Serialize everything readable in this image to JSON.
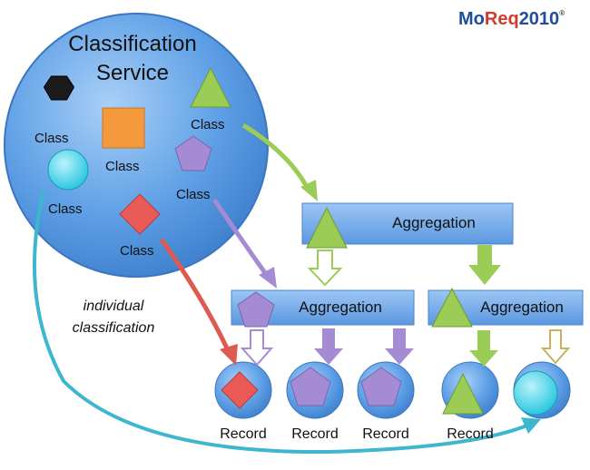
{
  "logo": {
    "mo": "Mo",
    "req": "Req",
    "year": "2010",
    "mark": "®"
  },
  "service": {
    "title_line1": "Classification",
    "title_line2": "Service"
  },
  "classes": [
    {
      "label": "Class",
      "shape": "hexagon",
      "color": "#222222"
    },
    {
      "label": "Class",
      "shape": "square",
      "color": "#f59a3c"
    },
    {
      "label": "Class",
      "shape": "triangle",
      "color": "#9bcc55"
    },
    {
      "label": "Class",
      "shape": "circle",
      "color": "#44d2e8"
    },
    {
      "label": "Class",
      "shape": "pentagon",
      "color": "#a48bd4"
    },
    {
      "label": "Class",
      "shape": "diamond",
      "color": "#ea5b57"
    }
  ],
  "aggregations": [
    {
      "label": "Aggregation"
    },
    {
      "label": "Aggregation"
    },
    {
      "label": "Aggregation"
    }
  ],
  "records": [
    {
      "label": "Record"
    },
    {
      "label": "Record"
    },
    {
      "label": "Record"
    },
    {
      "label": "Record"
    }
  ],
  "note": {
    "line1": "individual",
    "line2": "classification"
  },
  "colors": {
    "bubble": "#5b9ee6",
    "box": "#6aa6ea",
    "green_arrow": "#9bcc55",
    "purple_arrow": "#a48bd4",
    "red_arrow": "#dd5a52",
    "cyan_arrow": "#3fb6cf"
  }
}
